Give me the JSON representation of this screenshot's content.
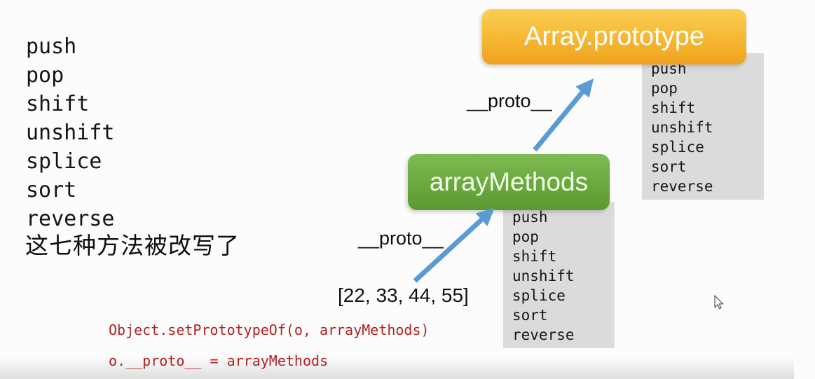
{
  "left_list": {
    "items": [
      "push",
      "pop",
      "shift",
      "unshift",
      "splice",
      "sort",
      "reverse"
    ],
    "note": "这七种方法被改写了"
  },
  "nodes": {
    "array_prototype": {
      "label": "Array.prototype",
      "fill_top": "#FBCE52",
      "fill_bottom": "#EFA21F",
      "methods": [
        "push",
        "pop",
        "shift",
        "unshift",
        "splice",
        "sort",
        "reverse"
      ]
    },
    "array_methods": {
      "label": "arrayMethods",
      "fill_top": "#7EBB52",
      "fill_bottom": "#599A31",
      "methods": [
        "push",
        "pop",
        "shift",
        "unshift",
        "splice",
        "sort",
        "reverse"
      ]
    }
  },
  "edges": {
    "top": {
      "label": "__proto__",
      "color": "#5B9BD5"
    },
    "bottom": {
      "label": "__proto__",
      "color": "#5B9BD5"
    }
  },
  "object_instance": {
    "label": "[22, 33, 44, 55]"
  },
  "code": {
    "line1": "Object.setPrototypeOf(o, arrayMethods)",
    "line2": "o.__proto__ = arrayMethods",
    "color": "#B22222"
  },
  "colors": {
    "background": "#FCFCFC",
    "list_box_bg": "#DBDBDB",
    "arrow_blue": "#5B9BD5"
  }
}
